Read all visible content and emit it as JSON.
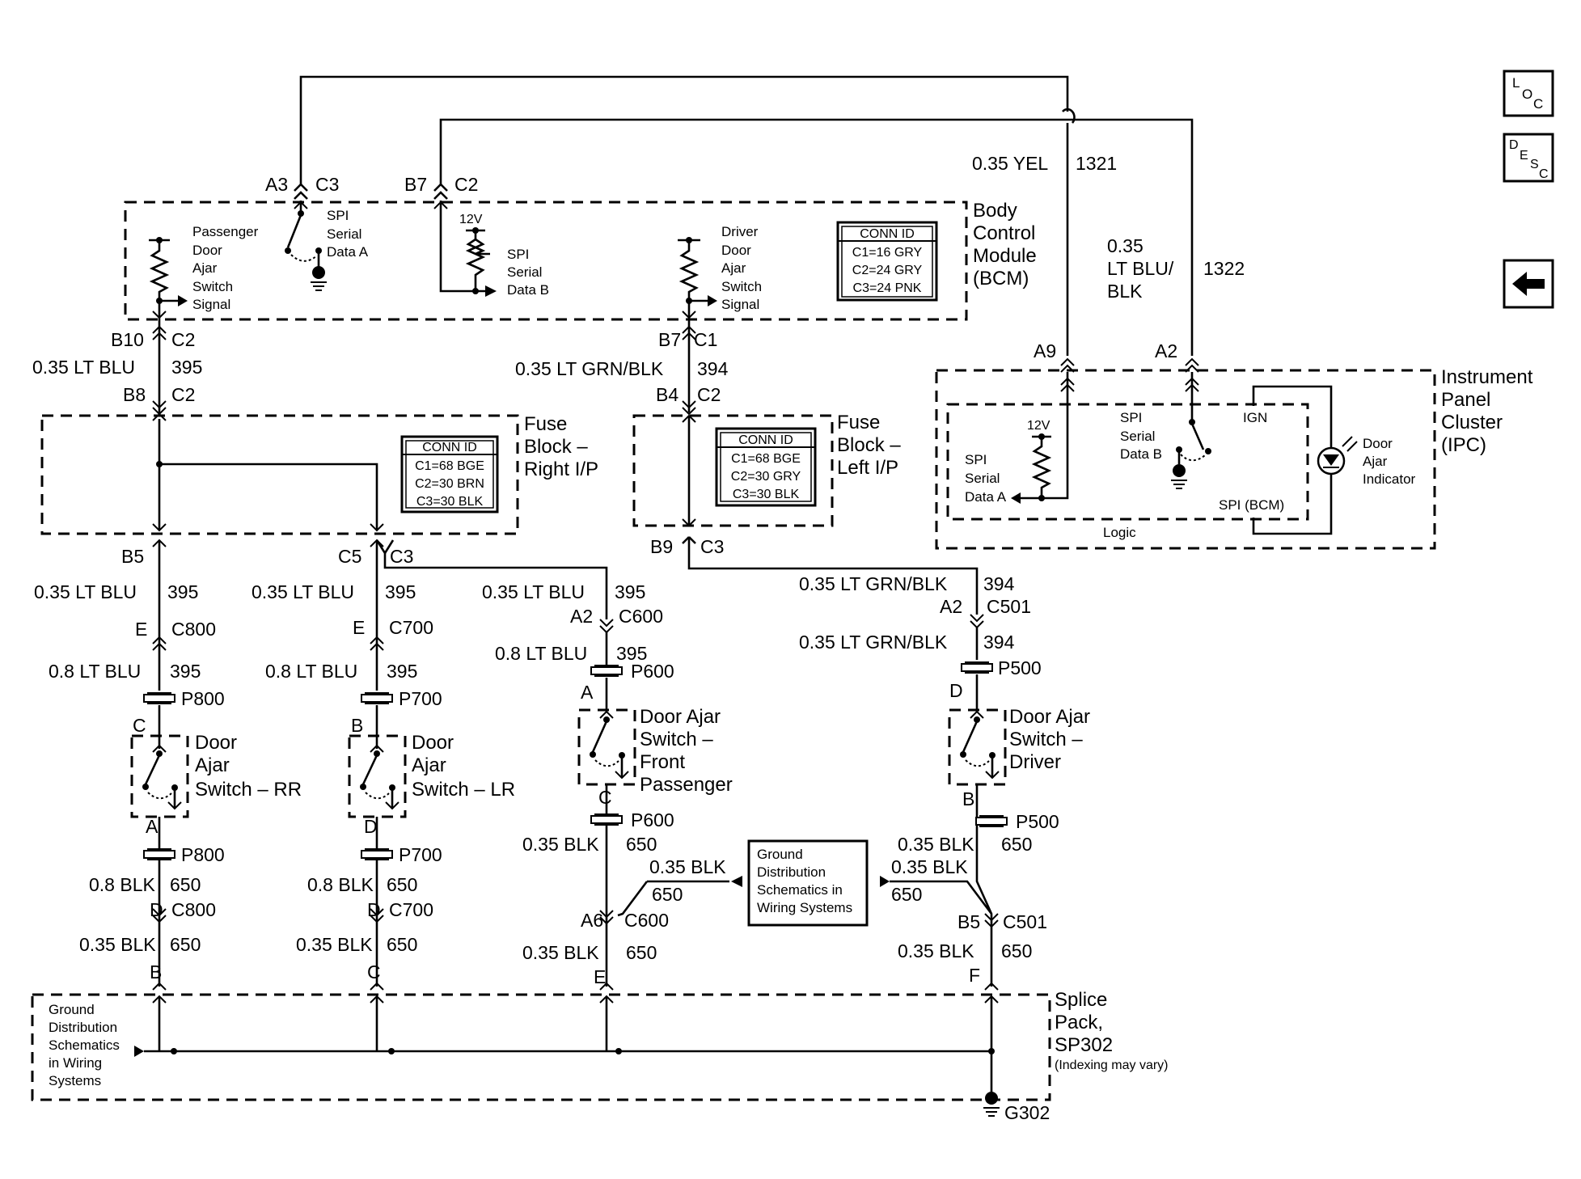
{
  "nav": {
    "loc": [
      "L",
      "O",
      "C"
    ],
    "desc": [
      "D",
      "E",
      "S",
      "C"
    ],
    "back_icon": "arrow-left-icon"
  },
  "bcm": {
    "title": [
      "Body",
      "Control",
      "Module",
      "(BCM)"
    ],
    "pins": {
      "a3": "A3",
      "c3": "C3",
      "b7": "B7",
      "c2": "C2"
    },
    "pass_sw": [
      "Passenger",
      "Door",
      "Ajar",
      "Switch",
      "Signal"
    ],
    "spi_a": [
      "SPI",
      "Serial",
      "Data A"
    ],
    "v12": "12V",
    "spi_b": [
      "SPI",
      "Serial",
      "Data B"
    ],
    "drv_sw": [
      "Driver",
      "Door",
      "Ajar",
      "Switch",
      "Signal"
    ],
    "conn_title": "CONN ID",
    "conn": [
      "C1=16 GRY",
      "C2=24 GRY",
      "C3=24 PNK"
    ]
  },
  "wires_top": {
    "yel": "0.35 YEL",
    "yel_num": "1321",
    "blu": [
      "0.35",
      "LT BLU/",
      "BLK"
    ],
    "blu_num": "1322"
  },
  "ipc": {
    "title": [
      "Instrument",
      "Panel",
      "Cluster",
      "(IPC)"
    ],
    "pin_a9": "A9",
    "pin_a2": "A2",
    "v12": "12V",
    "spi_a": [
      "SPI",
      "Serial",
      "Data A"
    ],
    "spi_b": [
      "SPI",
      "Serial",
      "Data B"
    ],
    "ign": "IGN",
    "spi_bcm": "SPI (BCM)",
    "logic": "Logic",
    "indicator": [
      "Door",
      "Ajar",
      "Indicator"
    ]
  },
  "left_run": {
    "b10": "B10",
    "c2a": "C2",
    "wire": "0.35 LT BLU",
    "num": "395",
    "b8": "B8",
    "c2b": "C2"
  },
  "mid_run": {
    "b7": "B7",
    "c1": "C1",
    "wire": "0.35 LT GRN/BLK",
    "num": "394",
    "b4": "B4",
    "c2": "C2"
  },
  "fuse_right": {
    "title": [
      "Fuse",
      "Block –",
      "Right I/P"
    ],
    "conn_title": "CONN ID",
    "conn": [
      "C1=68 BGE",
      "C2=30 BRN",
      "C3=30 BLK"
    ],
    "b5": "B5",
    "c5": "C5",
    "c3": "C3"
  },
  "fuse_left": {
    "title": [
      "Fuse",
      "Block –",
      "Left I/P"
    ],
    "conn_title": "CONN ID",
    "conn": [
      "C1=68 BGE",
      "C2=30 GRY",
      "C3=30 BLK"
    ],
    "b9": "B9",
    "c3": "C3"
  },
  "rr": {
    "w1": "0.35 LT BLU",
    "n1": "395",
    "e": "E",
    "c800a": "C800",
    "w2": "0.8 LT BLU",
    "n2": "395",
    "p800a": "P800",
    "c": "C",
    "name": [
      "Door",
      "Ajar",
      "Switch – RR"
    ],
    "a": "A",
    "p800b": "P800",
    "w3": "0.8 BLK",
    "n3": "650",
    "d": "D",
    "c800b": "C800",
    "w4": "0.35 BLK",
    "n4": "650",
    "b": "B"
  },
  "lr": {
    "w1": "0.35 LT BLU",
    "n1": "395",
    "e": "E",
    "c700a": "C700",
    "w2": "0.8 LT BLU",
    "n2": "395",
    "p700a": "P700",
    "b": "B",
    "name": [
      "Door",
      "Ajar",
      "Switch – LR"
    ],
    "d": "D",
    "p700b": "P700",
    "w3": "0.8 BLK",
    "n3": "650",
    "d2": "D",
    "c700b": "C700",
    "w4": "0.35 BLK",
    "n4": "650",
    "c": "C"
  },
  "fp": {
    "w1": "0.35 LT BLU",
    "n1": "395",
    "a2": "A2",
    "c600a": "C600",
    "w2": "0.8 LT BLU",
    "n2": "395",
    "p600a": "P600",
    "a": "A",
    "name": [
      "Door Ajar",
      "Switch –",
      "Front",
      "Passenger"
    ],
    "c": "C",
    "p600b": "P600",
    "w3": "0.35 BLK",
    "n3": "650",
    "w3b": "0.35 BLK",
    "n3b": "650",
    "a6": "A6",
    "c600b": "C600",
    "w4": "0.35 BLK",
    "n4": "650",
    "e": "E"
  },
  "drv": {
    "w1": "0.35 LT GRN/BLK",
    "n1": "394",
    "a2": "A2",
    "c501a": "C501",
    "w2": "0.35 LT GRN/BLK",
    "n2": "394",
    "p500a": "P500",
    "d": "D",
    "name": [
      "Door Ajar",
      "Switch –",
      "Driver"
    ],
    "b": "B",
    "p500b": "P500",
    "w3": "0.35 BLK",
    "n3": "650",
    "w3b": "0.35 BLK",
    "n3b": "650",
    "b5": "B5",
    "c501b": "C501",
    "w4": "0.35 BLK",
    "n4": "650",
    "f": "F"
  },
  "ground_box": [
    "Ground",
    "Distribution",
    "Schematics in",
    "Wiring Systems"
  ],
  "splice": {
    "title": [
      "Splice",
      "Pack,",
      "SP302"
    ],
    "note": "(Indexing may vary)",
    "ground_ref": [
      "Ground",
      "Distribution",
      "Schematics",
      "in Wiring",
      "Systems"
    ],
    "g302": "G302"
  }
}
